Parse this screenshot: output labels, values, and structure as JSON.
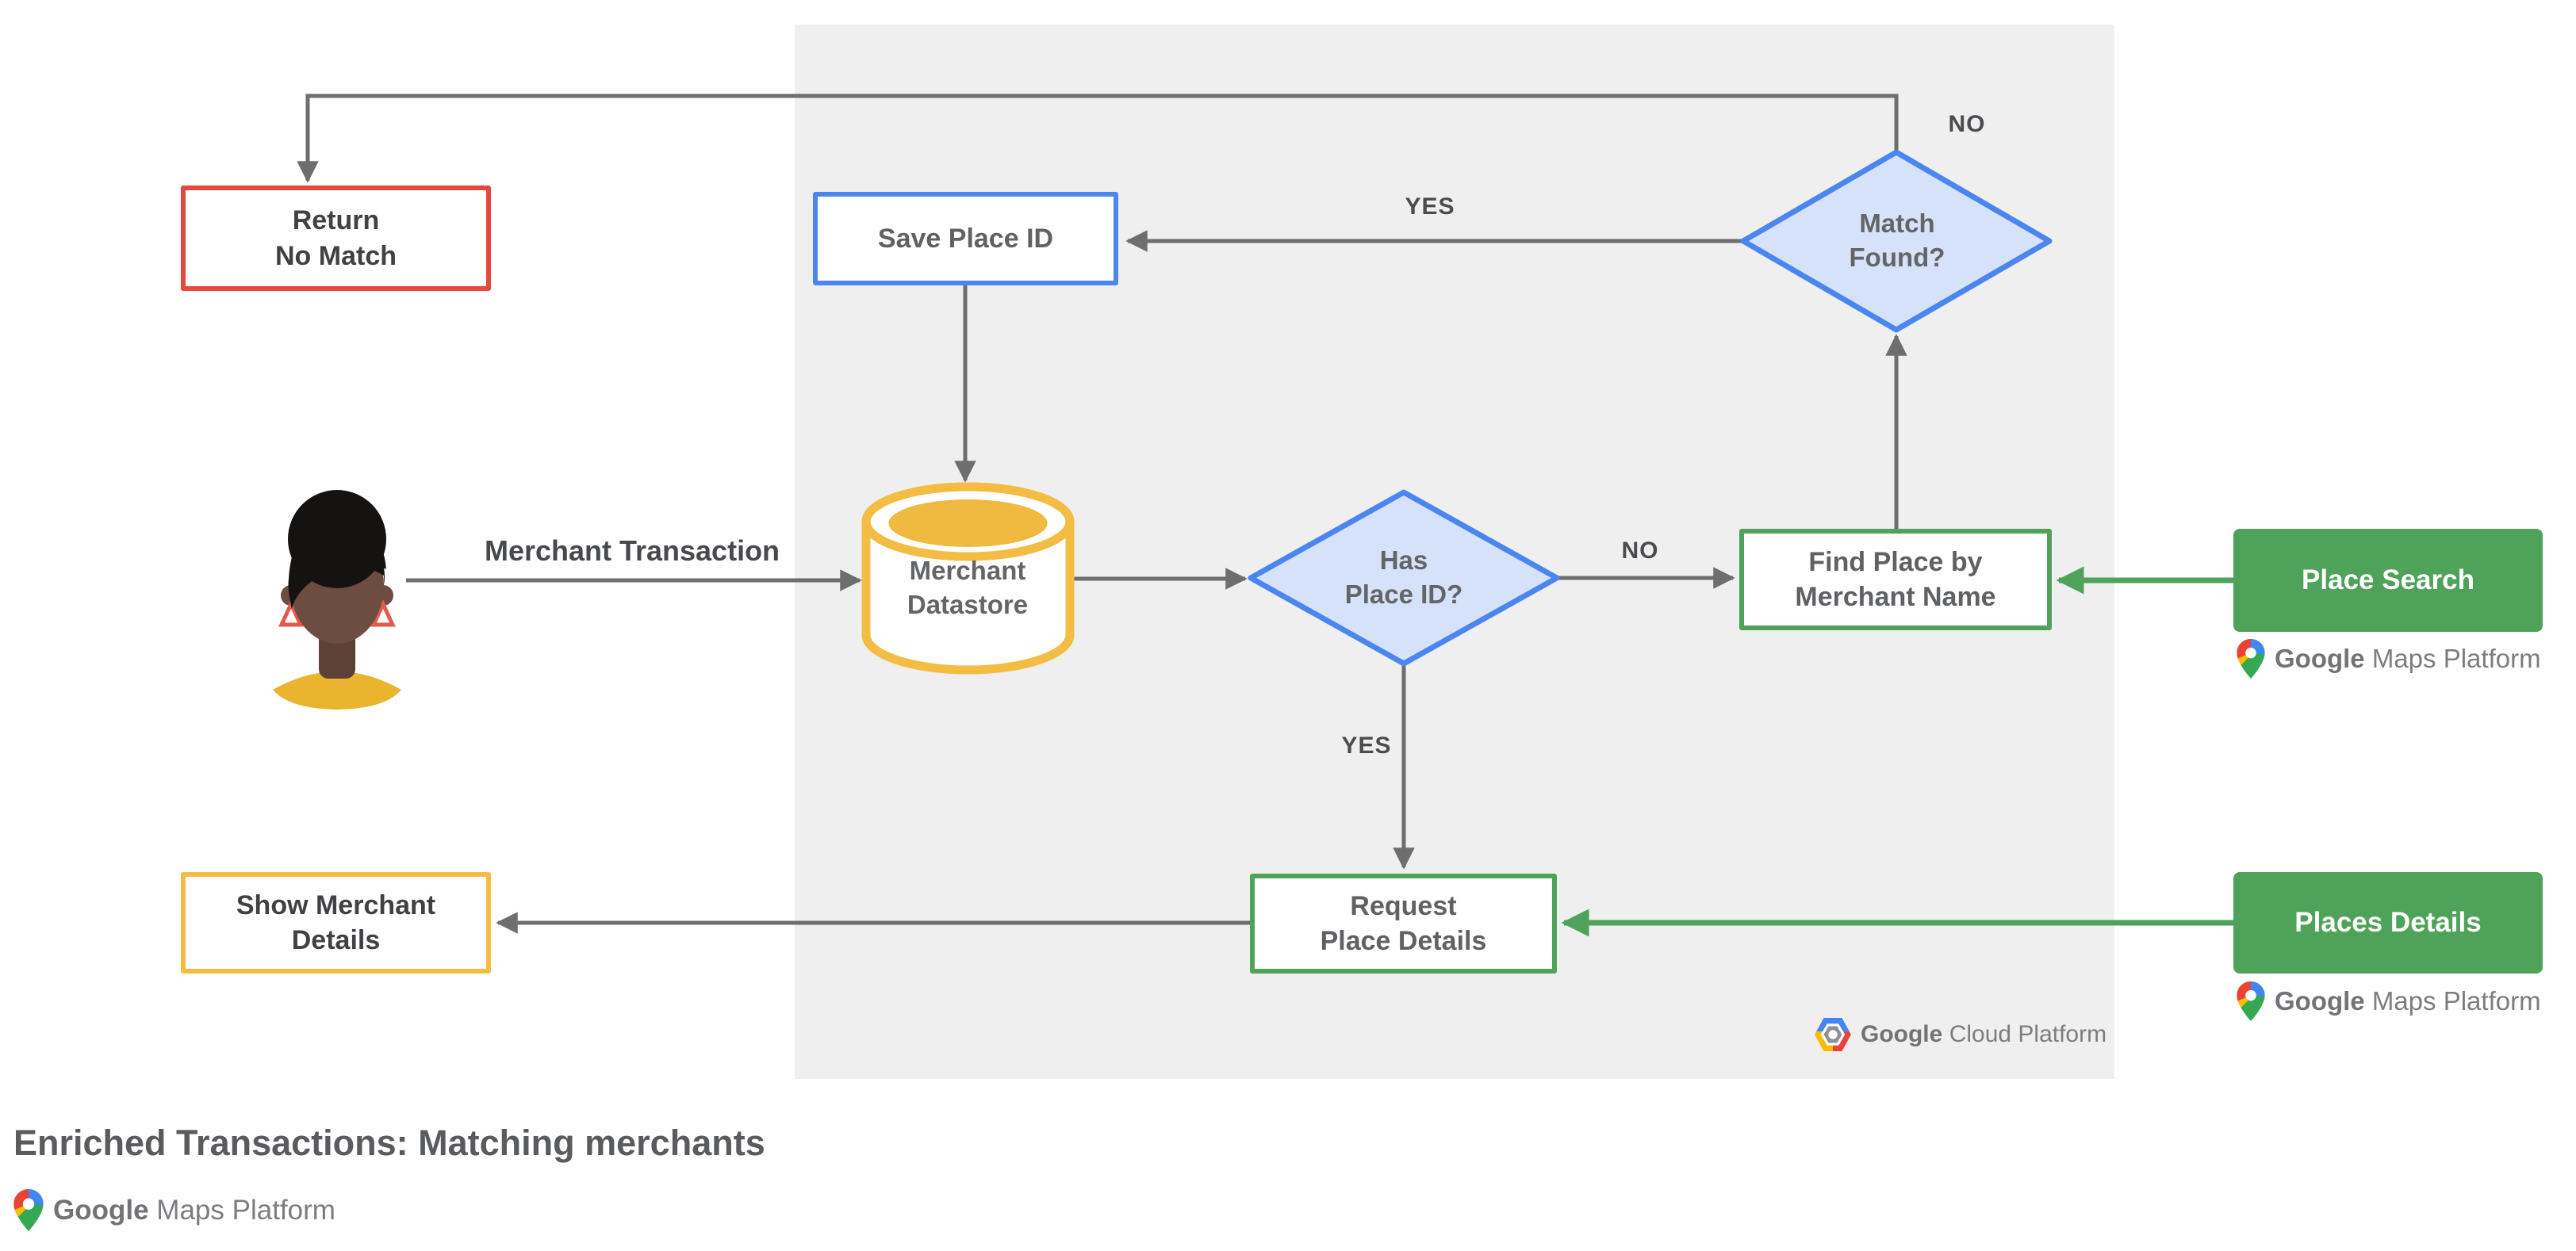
{
  "title": "Enriched Transactions: Matching merchants",
  "colors": {
    "panel_background": "#efefef",
    "connector_gray": "#6e6e70",
    "accent_blue": "#4a85f0",
    "decision_fill": "#d6e2fa",
    "accent_red": "#e3493c",
    "accent_yellow": "#f2bd42",
    "accent_green": "#4fa25a",
    "node_text": "#5f6165"
  },
  "nodes": {
    "return_no_match": {
      "label": "Return\nNo Match"
    },
    "save_place_id": {
      "label": "Save Place ID"
    },
    "match_found": {
      "label": "Match\nFound?"
    },
    "merchant_datastore": {
      "label": "Merchant\nDatastore"
    },
    "has_place_id": {
      "label": "Has\nPlace ID?"
    },
    "find_place_by_merchant_name": {
      "label": "Find Place by\nMerchant Name"
    },
    "place_search": {
      "label": "Place Search"
    },
    "request_place_details": {
      "label": "Request\nPlace Details"
    },
    "places_details": {
      "label": "Places Details"
    },
    "show_merchant_details": {
      "label": "Show Merchant\nDetails"
    }
  },
  "edge_labels": {
    "no_match_found": "NO",
    "yes_match_found": "YES",
    "no_has_place_id": "NO",
    "yes_has_place_id": "YES",
    "merchant_transaction": "Merchant Transaction"
  },
  "logos": {
    "maps_platform": {
      "google": "Google",
      "product": "Maps Platform"
    },
    "cloud_platform": {
      "google": "Google",
      "product": "Cloud Platform"
    }
  }
}
